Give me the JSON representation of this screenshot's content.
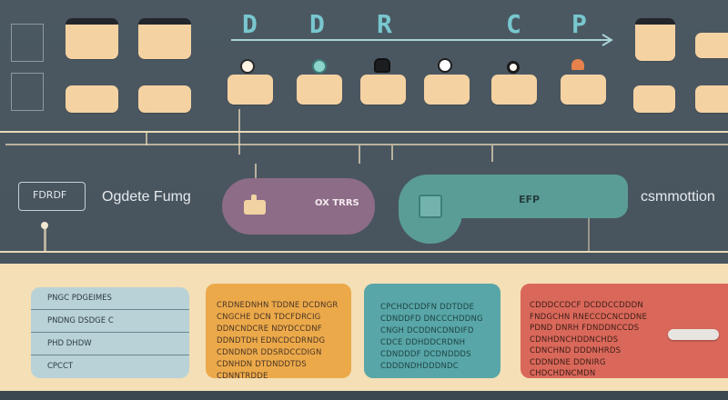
{
  "header": {
    "letters": [
      "D",
      "D",
      "R",
      "C",
      "P"
    ]
  },
  "left_box": {
    "label": "FDRDF"
  },
  "labels": {
    "left": "Ogdete Fumg",
    "purple": "OX TRRS",
    "teal": "EFP",
    "right": "csmmottion"
  },
  "panels": {
    "blue": {
      "rows": [
        "PNGC PDGEIMES",
        "PNDNG DSDGE C",
        "PHD DHDW",
        "CPCCT"
      ]
    },
    "orange": {
      "lines": [
        "CRDNEDNHN TDDNE DCDNGR",
        "CNGCHE DCN TDCFDRCIG",
        "DDNCNDCRE NDYDCCDNF",
        "DDNDTDH EDNCDCDRNDG",
        "CDNDNDR DDSRDCCDIGN",
        "CDNHDN DTDNDDTDS",
        "CDNNTRDDE"
      ]
    },
    "teal": {
      "lines": [
        "CPCHDCDDFN DDTDDE",
        "CDNDDFD DNCCCHDDNG",
        "CNGH DCDDNCDNDIFD",
        "CDCE DDHDDCRDNH",
        "CDNDDDF DCDNDDDS",
        "CDDDNDHDDDNDC"
      ]
    },
    "red": {
      "lines": [
        "CDDDCCDCF DCDDCCDDDN",
        "FNDGCHN RNECCDCNCDDNE",
        "PDND DNRH FDNDDNCCDS",
        "CDNHDNCHDDNCHDS",
        "CDNCHND DDDNHRDS",
        "CDDNDNE DDNIRG",
        "CHDCHDNCMDN"
      ]
    }
  },
  "colors": {
    "background": "#4a5660",
    "pill": "#f5d2a2",
    "accent_teal": "#78c7cf",
    "line_cream": "#e9d9b8",
    "purple": "#8c6c86",
    "teal_node": "#5a9d96",
    "panel_blue": "#b9d2d8",
    "panel_orange": "#eca94a",
    "panel_teal": "#58a6a7",
    "panel_red": "#d9685a",
    "band": "#f4dfb6"
  },
  "icons": [
    "arrow-right-icon",
    "document-icon",
    "card-icon",
    "toggle-icon"
  ]
}
